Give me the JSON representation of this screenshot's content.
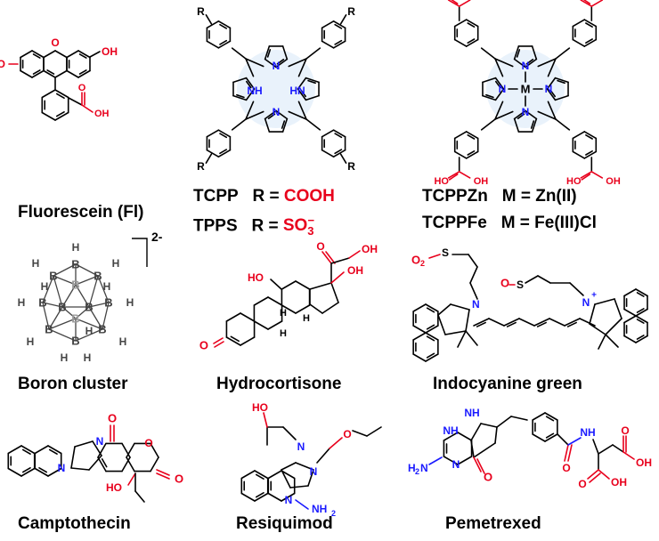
{
  "colors": {
    "bond": "#000000",
    "oxygen": "#e8001c",
    "nitrogen": "#1a1aff",
    "boron": "#444444",
    "boron_back": "#9a9a9a",
    "ring_fill": "#e9f2fb"
  },
  "captions": {
    "fluorescein": "Fluorescein (Fl)",
    "tcpp_name": "TCPP",
    "tcpp_r": "R = ",
    "tcpp_group": "COOH",
    "tpps_name": "TPPS",
    "tpps_r": "R = ",
    "tpps_group": "SO",
    "tpps_sub": "3",
    "tpps_sup": "−",
    "tcppzn_name": "TCPPZn",
    "tcppzn_m": "M = Zn(II)",
    "tcppfe_name": "TCPPFe",
    "tcppfe_m": "M = Fe(III)Cl",
    "boron": "Boron cluster",
    "hydrocortisone": "Hydrocortisone",
    "icg": "Indocyanine green",
    "camptothecin": "Camptothecin",
    "resiquimod": "Resiquimod",
    "pemetrexed": "Pemetrexed"
  },
  "atoms": {
    "O": "O",
    "OH": "OH",
    "HO": "HO",
    "N": "N",
    "NH": "NH",
    "HN": "HN",
    "M": "M",
    "R": "R",
    "H": "H",
    "B": "B",
    "S": "S",
    "Nplus": "N",
    "plus": "+",
    "NH2": "NH",
    "H2N": "H",
    "two": "2",
    "charge": "2-"
  }
}
